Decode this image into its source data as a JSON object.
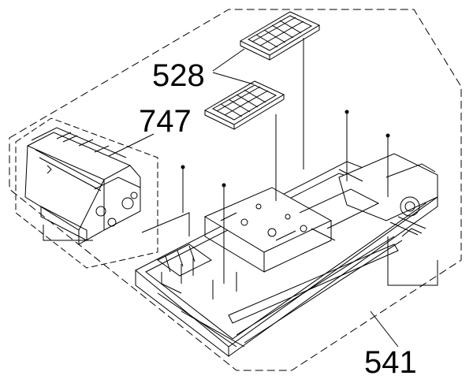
{
  "callouts": {
    "part_528": "528",
    "part_747": "747",
    "part_541": "541"
  },
  "colors": {
    "line": "#000000",
    "background": "#ffffff"
  }
}
